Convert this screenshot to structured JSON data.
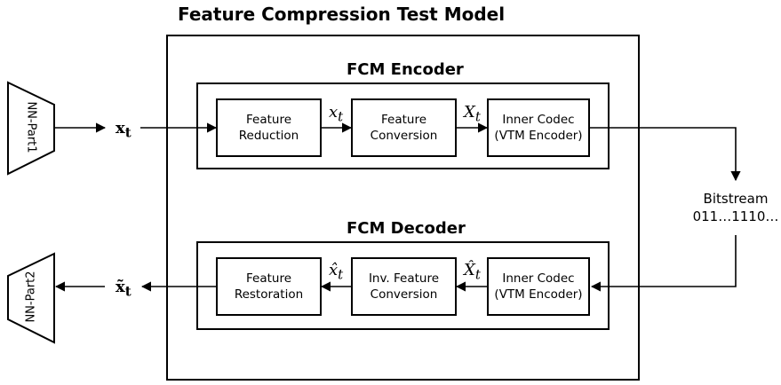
{
  "title": "Feature Compression Test Model",
  "encoder": {
    "label": "FCM Encoder",
    "blocks": [
      {
        "line1": "Feature",
        "line2": "Reduction"
      },
      {
        "line1": "Feature",
        "line2": "Conversion"
      },
      {
        "line1": "Inner Codec",
        "line2": "(VTM Encoder)"
      }
    ],
    "signals": [
      "x",
      "X"
    ]
  },
  "decoder": {
    "label": "FCM Decoder",
    "blocks": [
      {
        "line1": "Feature",
        "line2": "Restoration"
      },
      {
        "line1": "Inv. Feature",
        "line2": "Conversion"
      },
      {
        "line1": "Inner Codec",
        "line2": "(VTM Encoder)"
      }
    ],
    "signals": [
      "x̂",
      "X̂"
    ]
  },
  "nn_part1": "NN-Part1",
  "nn_part2": "NN-Part2",
  "input_signal": "x",
  "output_signal": "x̃",
  "subscript": "t",
  "bitstream": {
    "line1": "Bitstream",
    "line2": "011…1110…"
  }
}
